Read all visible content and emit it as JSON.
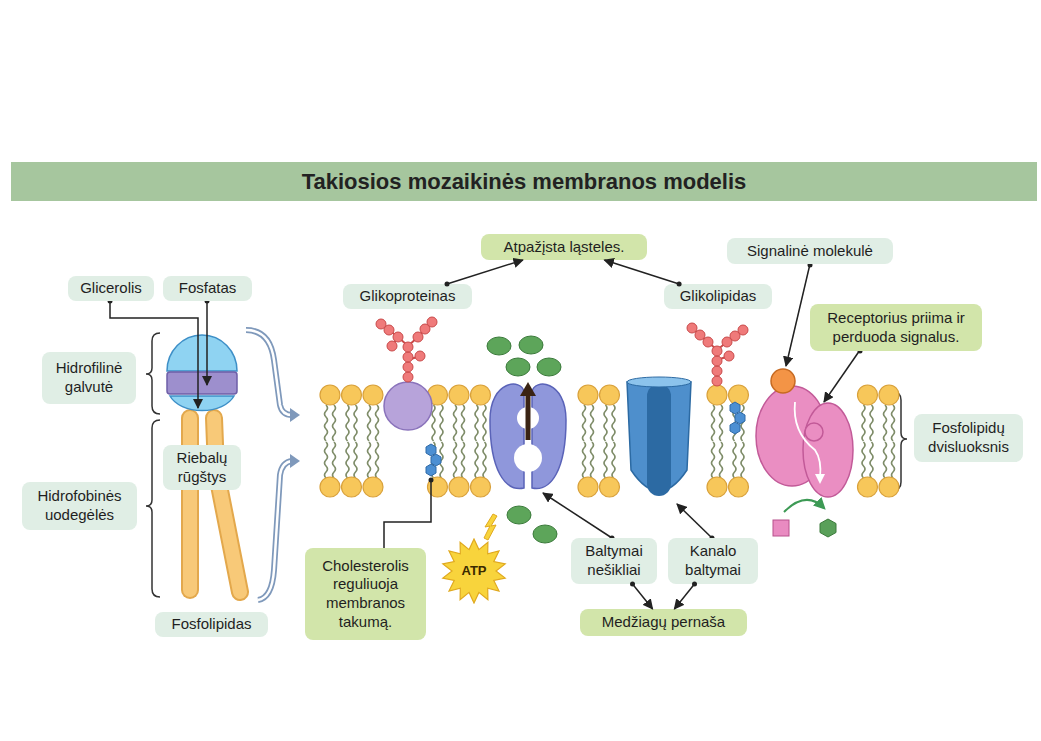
{
  "diagram": {
    "title": "Takiosios mozaikinės membranos modelis",
    "nodes": [
      {
        "text": [
          "Atpažįsta ląsteles."
        ]
      },
      {
        "text": [
          "Signalinė molekulė"
        ]
      },
      {
        "text": [
          "Glicerolis"
        ]
      },
      {
        "text": [
          "Fosfatas"
        ]
      },
      {
        "text": [
          "Glikoproteinas"
        ]
      },
      {
        "text": [
          "Glikolipidas"
        ]
      },
      {
        "text": [
          "Receptorius priima ir perduoda signalus."
        ]
      },
      {
        "text": [
          "Hidrofilinė galvutė"
        ]
      },
      {
        "text": [
          "Fosfolipidų dvisluoksnis"
        ]
      },
      {
        "text": [
          "Riebalų rūgštys"
        ]
      },
      {
        "text": [
          "Hidrofobinės uodegėlės"
        ]
      },
      {
        "text": [
          "Baltymai nešikliai"
        ]
      },
      {
        "text": [
          "Kanalo baltymai"
        ]
      },
      {
        "text": [
          "Cholesterolis reguliuoja membranos takumą."
        ]
      },
      {
        "text": [
          "ATP"
        ]
      },
      {
        "text": [
          "Medžiagų pernaša"
        ]
      },
      {
        "text": [
          "Fosfolipidas"
        ]
      }
    ],
    "edges": [
      {
        "from": 4,
        "to": 0,
        "arrow": "to"
      },
      {
        "from": 5,
        "to": 0,
        "arrow": "to"
      },
      {
        "from": 11,
        "to": 15,
        "arrow": "to"
      },
      {
        "from": 12,
        "to": 15,
        "arrow": "to"
      }
    ]
  }
}
